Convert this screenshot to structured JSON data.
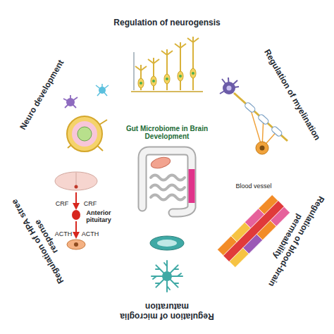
{
  "diagram": {
    "nodes": [
      {
        "text": [
          "Regulation of neurogensis"
        ]
      },
      {
        "text": [
          "Regulation of myelination"
        ]
      },
      {
        "text": [
          "Regulation of blood-brain permeability"
        ]
      },
      {
        "text": [
          "Regulation of microglia maturation"
        ]
      },
      {
        "text": [
          "Regulation of HPA stree response"
        ]
      },
      {
        "text": [
          "Neuro development"
        ]
      },
      {
        "text": [
          "Gut Microbiome in Brain Development"
        ]
      }
    ],
    "labels": [
      "Blood vessel",
      "CRF",
      "CRF",
      "Anterior pituitary",
      "ACTH",
      "ACTH"
    ]
  }
}
